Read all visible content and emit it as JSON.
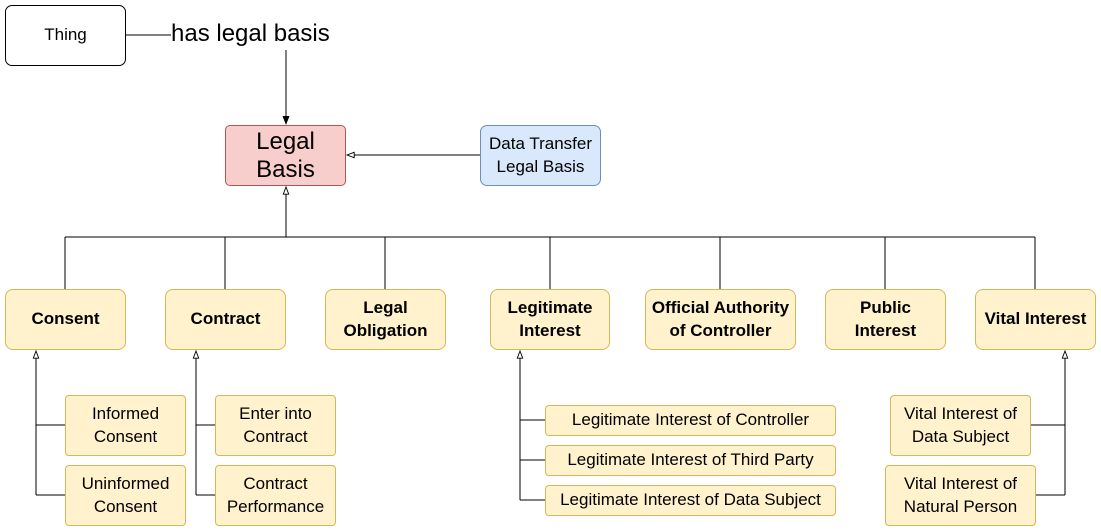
{
  "thing": {
    "label": "Thing"
  },
  "property": {
    "label": "has legal basis"
  },
  "legal_basis": {
    "label": "Legal\nBasis"
  },
  "data_transfer": {
    "label": "Data Transfer\nLegal Basis"
  },
  "categories": {
    "consent": "Consent",
    "contract": "Contract",
    "legal_obligation": "Legal\nObligation",
    "legitimate_interest": "Legitimate\nInterest",
    "official_authority": "Official Authority\nof Controller",
    "public_interest": "Public\nInterest",
    "vital_interest": "Vital Interest"
  },
  "subtypes": {
    "informed_consent": "Informed\nConsent",
    "uninformed_consent": "Uninformed\nConsent",
    "enter_into_contract": "Enter into\nContract",
    "contract_performance": "Contract\nPerformance",
    "li_controller": "Legitimate Interest of Controller",
    "li_third_party": "Legitimate Interest of Third Party",
    "li_data_subject": "Legitimate Interest of Data Subject",
    "vi_data_subject": "Vital Interest of\nData Subject",
    "vi_natural_person": "Vital Interest of\nNatural Person"
  },
  "colors": {
    "red_fill": "#f8cecc",
    "red_stroke": "#b85450",
    "blue_fill": "#dae8fc",
    "blue_stroke": "#6c8ebf",
    "yellow_fill": "#fff2cc",
    "yellow_stroke": "#d6b656"
  }
}
